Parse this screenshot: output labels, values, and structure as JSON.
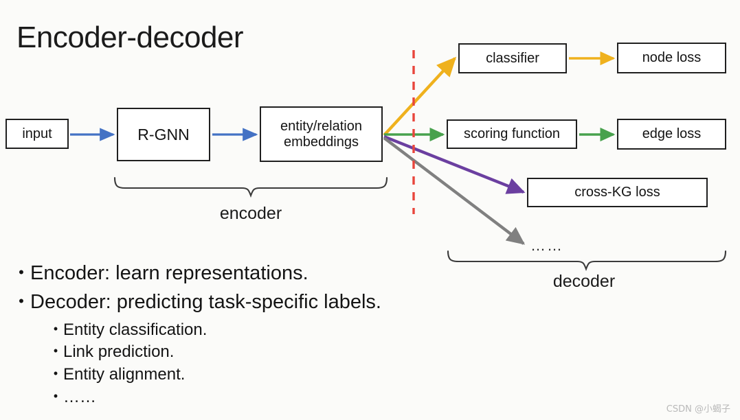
{
  "slide": {
    "title": "Encoder-decoder",
    "background_color": "#fbfbf9"
  },
  "diagram": {
    "boxes": [
      {
        "id": "input",
        "label": "input"
      },
      {
        "id": "rgnn",
        "label": "R-GNN"
      },
      {
        "id": "embeddings",
        "label": "entity/relation\nembeddings",
        "line1": "entity/relation",
        "line2": "embeddings"
      },
      {
        "id": "classifier",
        "label": "classifier"
      },
      {
        "id": "node_loss",
        "label": "node loss"
      },
      {
        "id": "scoring",
        "label": "scoring function"
      },
      {
        "id": "edge_loss",
        "label": "edge loss"
      },
      {
        "id": "cross_kg",
        "label": "cross-KG loss"
      }
    ],
    "arrows": [
      {
        "id": "input-to-rgnn",
        "color": "#4472C4"
      },
      {
        "id": "rgnn-to-embeddings",
        "color": "#4472C4"
      },
      {
        "id": "embeddings-to-classifier",
        "color": "#EFB11D"
      },
      {
        "id": "classifier-to-node-loss",
        "color": "#EFB11D"
      },
      {
        "id": "embeddings-to-scoring",
        "color": "#48A14D"
      },
      {
        "id": "scoring-to-edge-loss",
        "color": "#48A14D"
      },
      {
        "id": "embeddings-to-cross-kg",
        "color": "#6B3FA0"
      },
      {
        "id": "embeddings-to-ellipsis",
        "color": "#808080"
      }
    ],
    "divider": {
      "id": "encoder-decoder-divider",
      "style": "dashed-vertical",
      "color": "#E8453C"
    },
    "braces": [
      {
        "id": "encoder-brace",
        "label": "encoder"
      },
      {
        "id": "decoder-brace",
        "label": "decoder"
      }
    ],
    "decoder_ellipsis": "……"
  },
  "bullets": {
    "level1": [
      {
        "marker": "•",
        "text": "Encoder: learn representations."
      },
      {
        "marker": "•",
        "text": "Decoder: predicting task-specific labels."
      }
    ],
    "level2": [
      {
        "marker": "•",
        "text": "Entity classification."
      },
      {
        "marker": "•",
        "text": "Link prediction."
      },
      {
        "marker": "•",
        "text": "Entity alignment."
      },
      {
        "marker": "•",
        "text": "……"
      }
    ]
  },
  "watermark": {
    "text": "CSDN @小蝎子"
  }
}
